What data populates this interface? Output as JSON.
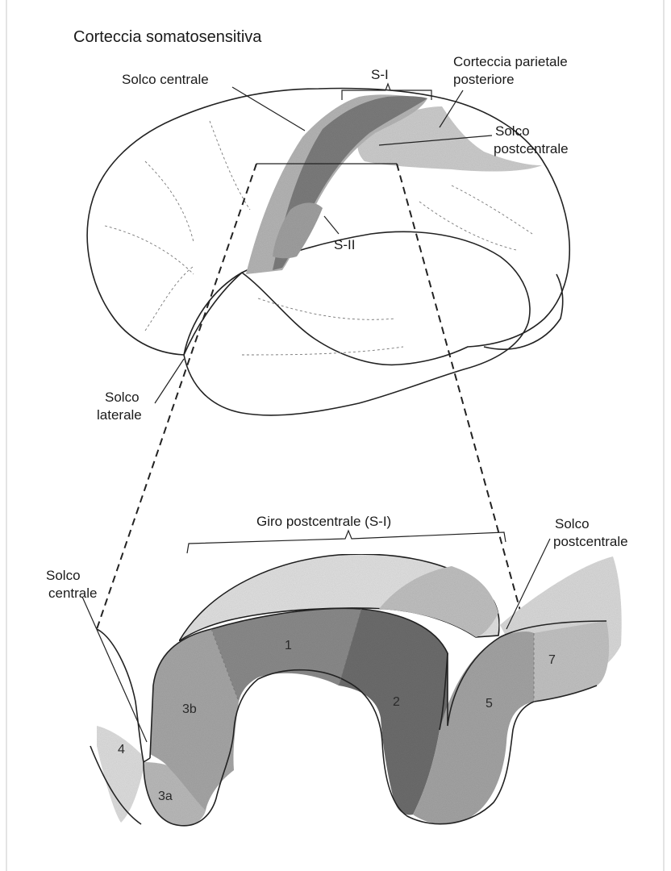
{
  "labels": {
    "title": "Corteccia somatosensitiva",
    "solco_centrale_top": "Solco centrale",
    "s1_top": "S-I",
    "corteccia_parietale_1": "Corteccia parietale",
    "corteccia_parietale_2": "posteriore",
    "solco_postcentrale_top_1": "Solco",
    "solco_postcentrale_top_2": "postcentrale",
    "s2": "S-II",
    "solco_laterale_1": "Solco",
    "solco_laterale_2": "laterale",
    "giro_postcentrale": "Giro postcentrale (S-I)",
    "solco_centrale_bottom_1": "Solco",
    "solco_centrale_bottom_2": "centrale",
    "solco_postcentrale_bottom_1": "Solco",
    "solco_postcentrale_bottom_2": "postcentrale"
  },
  "areas": {
    "a4": "4",
    "a3a": "3a",
    "a3b": "3b",
    "a1": "1",
    "a2": "2",
    "a5": "5",
    "a7": "7"
  },
  "colors": {
    "background": "#ffffff",
    "line": "#222222",
    "light_gray": "#d2d2d2",
    "mid_gray": "#a9a9a9",
    "dark_gray": "#7c7c7c",
    "lighter_gray": "#e6e6e6"
  }
}
